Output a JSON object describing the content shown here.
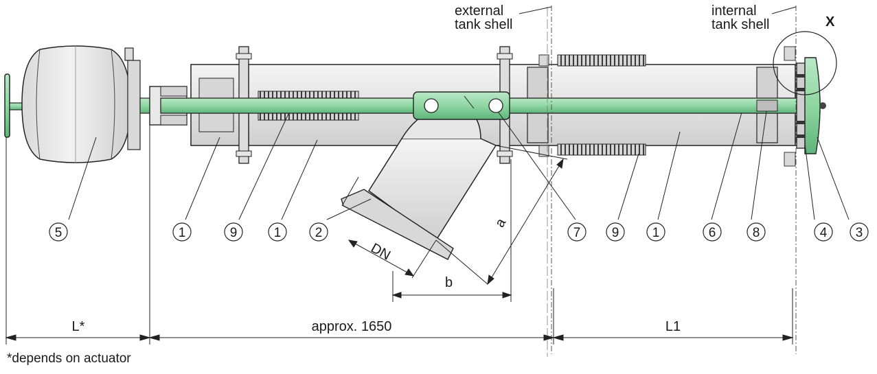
{
  "labels": {
    "external_shell": [
      "external",
      "tank shell"
    ],
    "internal_shell": [
      "internal",
      "tank shell"
    ],
    "detail_mark": "X"
  },
  "callouts": [
    "5",
    "1",
    "9",
    "1",
    "2",
    "7",
    "9",
    "1",
    "6",
    "8",
    "4",
    "3"
  ],
  "dimensions": {
    "dn": "DN",
    "a": "a",
    "b": "b",
    "l_star": "L*",
    "middle": "approx. 1650",
    "l1": "L1"
  },
  "footnote": "*depends on actuator",
  "colors": {
    "metal": "#e3e3e3",
    "metal_dark": "#c4c4c4",
    "green": "#8fd6a2",
    "green_dark": "#3f9a5c",
    "line": "#222222"
  }
}
